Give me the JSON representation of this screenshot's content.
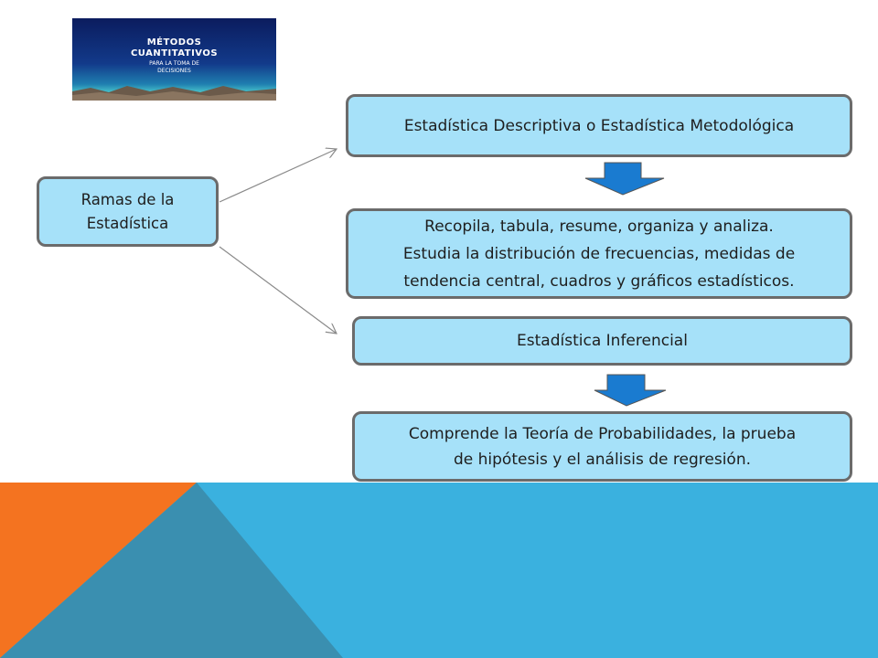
{
  "logo": {
    "line1": "MÉTODOS",
    "line2": "CUANTITATIVOS",
    "line3": "PARA LA TOMA DE\nDECISIONES"
  },
  "diagram": {
    "root": "Ramas de la\nEstadística",
    "descriptive": {
      "title": "Estadística Descriptiva o Estadística Metodológica",
      "detail": "Recopila, tabula, resume, organiza y analiza.\nEstudia la distribución de frecuencias, medidas de\ntendencia central, cuadros y gráficos estadísticos."
    },
    "inferential": {
      "title": "Estadística Inferencial",
      "detail": "Comprende la Teoría de Probabilidades, la prueba\nde hipótesis y el análisis de regresión."
    }
  },
  "colors": {
    "box_fill": "#a6e1f9",
    "box_border": "#6b6b6b",
    "down_arrow": "#1a7bd0",
    "bg_blue": "#3ab1df",
    "bg_orange": "#f47320",
    "bg_teal": "#3a8fb0"
  }
}
